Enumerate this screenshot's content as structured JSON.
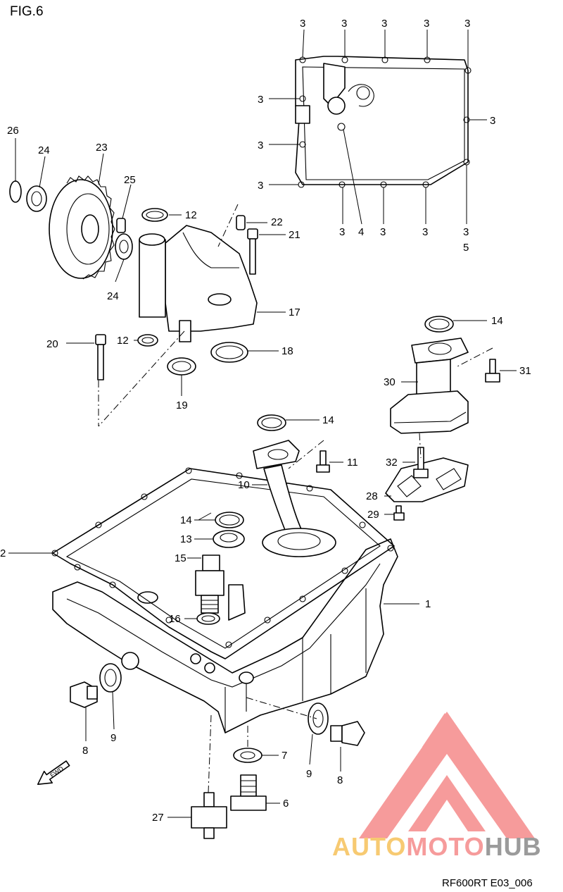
{
  "figure": {
    "title": "FIG.6",
    "reference": "RF600RT E03_006"
  },
  "callouts": {
    "c1": "1",
    "c2": "2",
    "c3": "3",
    "c4": "4",
    "c5": "5",
    "c6": "6",
    "c7": "7",
    "c8": "8",
    "c9": "9",
    "c10": "10",
    "c11": "11",
    "c12": "12",
    "c13": "13",
    "c14": "14",
    "c15": "15",
    "c16": "16",
    "c17": "17",
    "c18": "18",
    "c19": "19",
    "c20": "20",
    "c21": "21",
    "c22": "22",
    "c23": "23",
    "c24": "24",
    "c25": "25",
    "c26": "26",
    "c27": "27",
    "c28": "28",
    "c29": "29",
    "c30": "30",
    "c31": "31",
    "c32": "32"
  },
  "arrow": {
    "label": "FWD"
  },
  "watermark": {
    "part1": "AUTO",
    "part2": "MOTO",
    "part3": "HUB",
    "color1": "#f6c15a",
    "color2": "#f58a8a",
    "color3": "#8a8a8a",
    "logo_color": "#f58a8a"
  }
}
